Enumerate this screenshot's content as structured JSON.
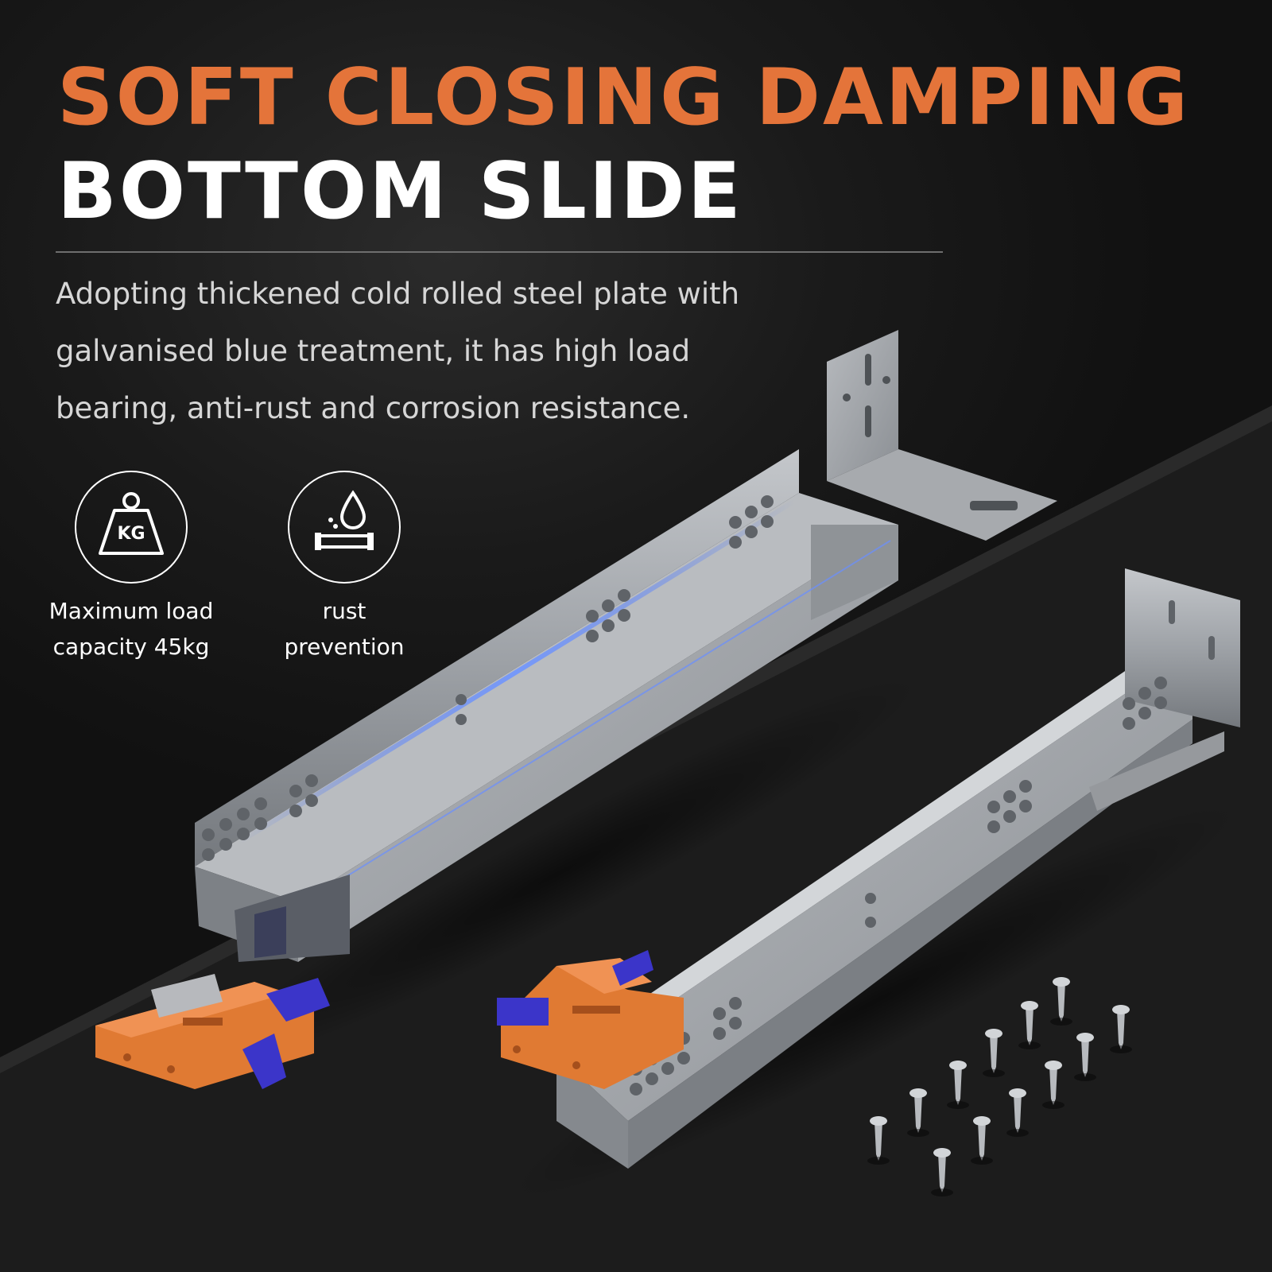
{
  "header": {
    "title_line1": "SOFT CLOSING DAMPING",
    "title_line2": "BOTTOM SLIDE"
  },
  "description": "Adopting thickened cold rolled steel plate with galvanised blue treatment, it has high load bearing, anti-rust and corrosion resistance.",
  "features": [
    {
      "icon": "weight-kg-icon",
      "badge": "KG",
      "label_line1": "Maximum load",
      "label_line2": "capacity 45kg"
    },
    {
      "icon": "water-drop-icon",
      "label_line1": "rust",
      "label_line2": "prevention"
    }
  ],
  "colors": {
    "accent": "#e4743a",
    "title": "#ffffff",
    "text": "#d6d6d6",
    "background": "#151515",
    "steel": "#a9acb0",
    "damper": "#e07a33",
    "lever": "#3b35c9",
    "glow": "#3d6bff"
  }
}
